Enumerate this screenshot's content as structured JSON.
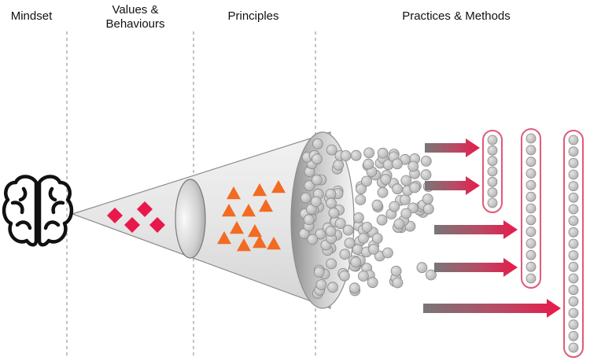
{
  "headers": {
    "mindset": "Mindset",
    "values_line1": "Values &",
    "values_line2": "Behaviours",
    "principles": "Principles",
    "practices": "Practices & Methods"
  },
  "icons": {
    "brain": "brain-icon",
    "value_marker": "diamond",
    "principle_marker": "triangle",
    "practice_marker": "circle"
  },
  "colors": {
    "values": "#e8194a",
    "principles": "#f26b22",
    "practices_fill": "#c4c4c4",
    "practices_stroke": "#8a8a8a",
    "arrow_head": "#e8194a",
    "arrow_tail": "#777777",
    "column_border": "#e05a7a"
  },
  "columns": [
    {
      "id": "short",
      "circle_count": 7
    },
    {
      "id": "medium",
      "circle_count": 13
    },
    {
      "id": "long",
      "circle_count": 19
    }
  ]
}
